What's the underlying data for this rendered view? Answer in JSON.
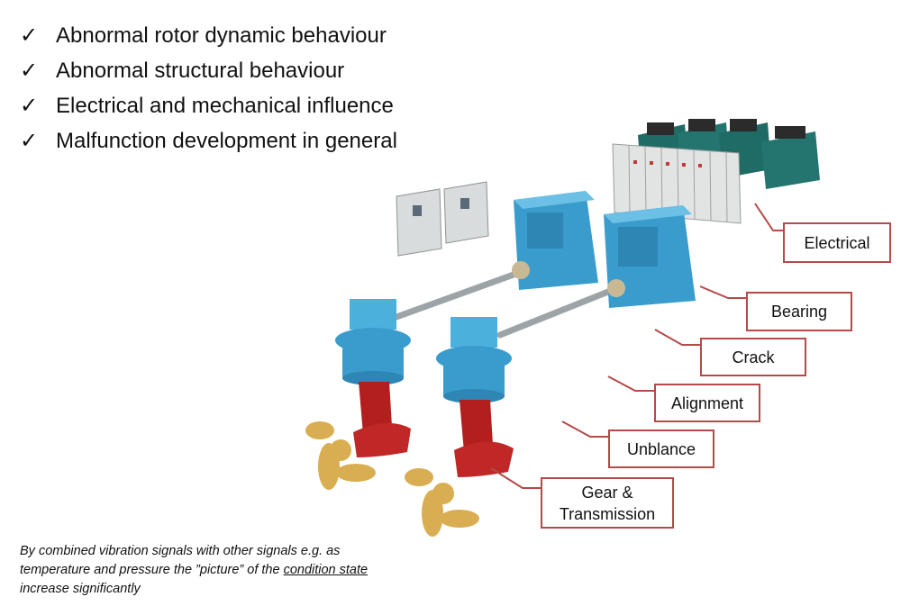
{
  "bullets": [
    {
      "mark": "✓",
      "text": "Abnormal rotor dynamic behaviour"
    },
    {
      "mark": "✓",
      "text": "Abnormal structural behaviour"
    },
    {
      "mark": "✓",
      "text": "Electrical and mechanical influence"
    },
    {
      "mark": "✓",
      "text": "Malfunction development in general"
    }
  ],
  "callouts": {
    "electrical": "Electrical",
    "bearing": "Bearing",
    "crack": "Crack",
    "alignment": "Alignment",
    "unbalance": "Unblance",
    "gear": "Gear &\nTransmission"
  },
  "footnote": {
    "part1": "By combined vibration signals with other signals e.g. as temperature and pressure the ”picture” of the ",
    "underlined": "condition state",
    "part2": " increase significantly"
  },
  "colors": {
    "callout_border": "#b44a4a",
    "motor": "#3a9ccc",
    "generator": "#1f6b66",
    "thruster_leg": "#b31f1f",
    "propeller": "#d9ae52",
    "cabinet": "#d9dcdc"
  },
  "icons": [
    "check-icon"
  ]
}
